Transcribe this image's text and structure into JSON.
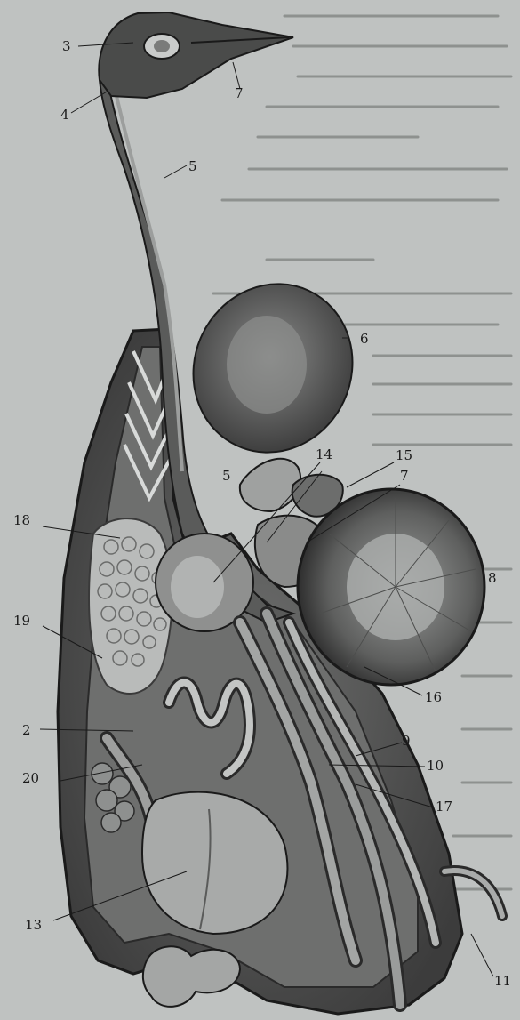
{
  "figure": {
    "description_free": true,
    "labels": [
      {
        "id": "l3",
        "text": "3"
      },
      {
        "id": "l7a",
        "text": "7"
      },
      {
        "id": "l4",
        "text": "4"
      },
      {
        "id": "l5a",
        "text": "5"
      },
      {
        "id": "l6",
        "text": "6"
      },
      {
        "id": "l14",
        "text": "14"
      },
      {
        "id": "l15",
        "text": "15"
      },
      {
        "id": "l5b",
        "text": "5"
      },
      {
        "id": "l7b",
        "text": "7"
      },
      {
        "id": "l18",
        "text": "18"
      },
      {
        "id": "l8",
        "text": "8"
      },
      {
        "id": "l19",
        "text": "19"
      },
      {
        "id": "l16",
        "text": "16"
      },
      {
        "id": "l2",
        "text": "2"
      },
      {
        "id": "l9",
        "text": "9"
      },
      {
        "id": "l20",
        "text": "20"
      },
      {
        "id": "l10",
        "text": "10"
      },
      {
        "id": "l17",
        "text": "17"
      },
      {
        "id": "l13",
        "text": "13"
      },
      {
        "id": "l11",
        "text": "11"
      }
    ],
    "colors": {
      "paper": "#bfc2c1",
      "ink": "#1a1a1a",
      "organ_dark": "#4a4a4a",
      "organ_mid": "#7a7b7a",
      "organ_light": "#a9abaa"
    }
  }
}
